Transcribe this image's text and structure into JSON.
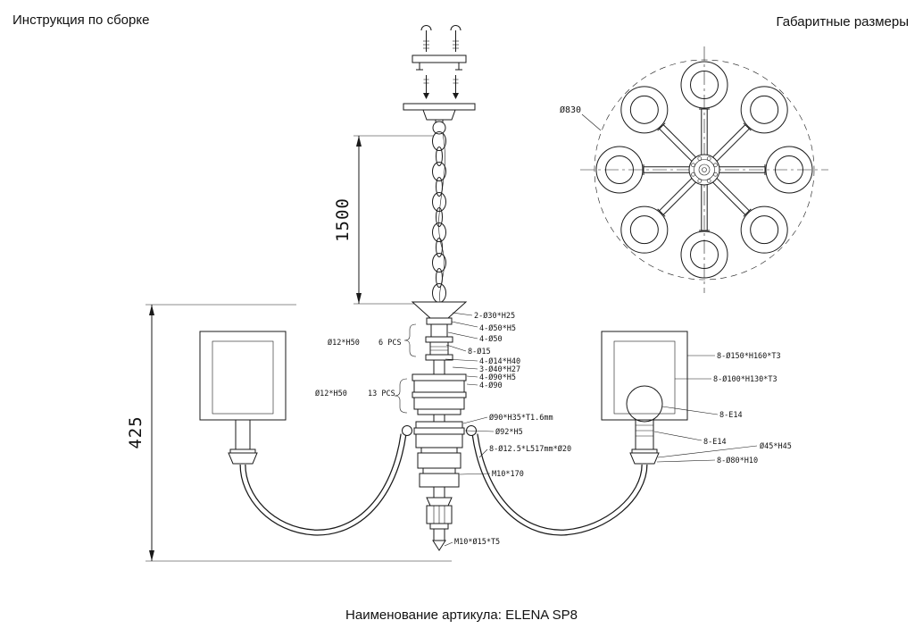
{
  "page": {
    "header_left": "Инструкция по сборке",
    "header_right": "Габаритные размеры",
    "footer": "Наименование артикула: ELENA SP8"
  },
  "front_view": {
    "dim_chain": "1500",
    "dim_body": "425",
    "left_labels": [
      {
        "size": "Ø12*H50",
        "qty": "6 PCS"
      },
      {
        "size": "Ø12*H50",
        "qty": "13 PCS"
      }
    ],
    "stack_labels": [
      "2-Ø30*H25",
      "4-Ø50*H5",
      "4-Ø50",
      "8-Ø15",
      "4-Ø14*H40",
      "3-Ø40*H27",
      "4-Ø90*H5",
      "4-Ø90",
      "Ø90*H35*T1.6mm",
      "Ø92*H5",
      "8-Ø12.5*L517mm*Ø20",
      "M10*170",
      "M10*Ø15*T5"
    ],
    "shade_labels": [
      "8-Ø150*H160*T3",
      "8-Ø100*H130*T3",
      "8-E14",
      "8-E14",
      "Ø45*H45",
      "8-Ø80*H10"
    ]
  },
  "top_view": {
    "diameter": "Ø830",
    "lamp_count": 8
  }
}
